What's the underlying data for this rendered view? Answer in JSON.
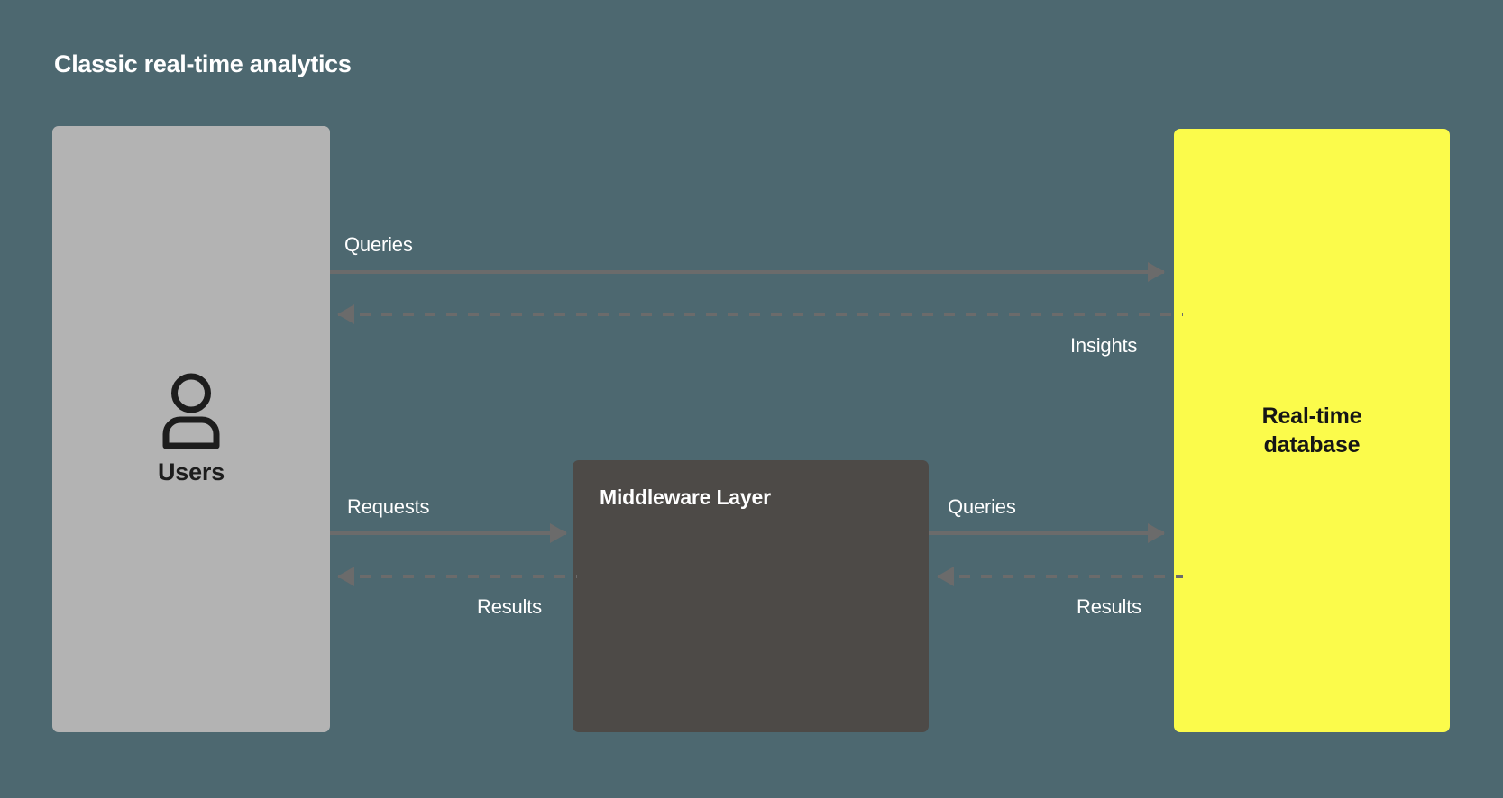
{
  "diagram": {
    "title": "Classic real-time analytics",
    "background_color": "#4d6870",
    "nodes": {
      "users": {
        "label": "Users",
        "icon": "user-icon",
        "fill_color": "#b3b3b3",
        "text_color": "#1d1d1d"
      },
      "middleware": {
        "label": "Middleware Layer",
        "fill_color": "#4d4a47",
        "text_color": "#ffffff"
      },
      "database": {
        "label_line1": "Real-time",
        "label_line2": "database",
        "fill_color": "#fbfb4b",
        "text_color": "#161616"
      }
    },
    "edges": [
      {
        "id": "users-to-database-queries",
        "label": "Queries",
        "style": "solid",
        "direction": "right",
        "from": "users",
        "to": "database"
      },
      {
        "id": "database-to-users-insights",
        "label": "Insights",
        "style": "dashed",
        "direction": "left",
        "from": "database",
        "to": "users"
      },
      {
        "id": "users-to-middleware-requests",
        "label": "Requests",
        "style": "solid",
        "direction": "right",
        "from": "users",
        "to": "middleware"
      },
      {
        "id": "middleware-to-users-results",
        "label": "Results",
        "style": "dashed",
        "direction": "left",
        "from": "middleware",
        "to": "users"
      },
      {
        "id": "middleware-to-database-queries",
        "label": "Queries",
        "style": "solid",
        "direction": "right",
        "from": "middleware",
        "to": "database"
      },
      {
        "id": "database-to-middleware-results",
        "label": "Results",
        "style": "dashed",
        "direction": "left",
        "from": "database",
        "to": "middleware"
      }
    ],
    "line_color": "#6b6b6b"
  }
}
